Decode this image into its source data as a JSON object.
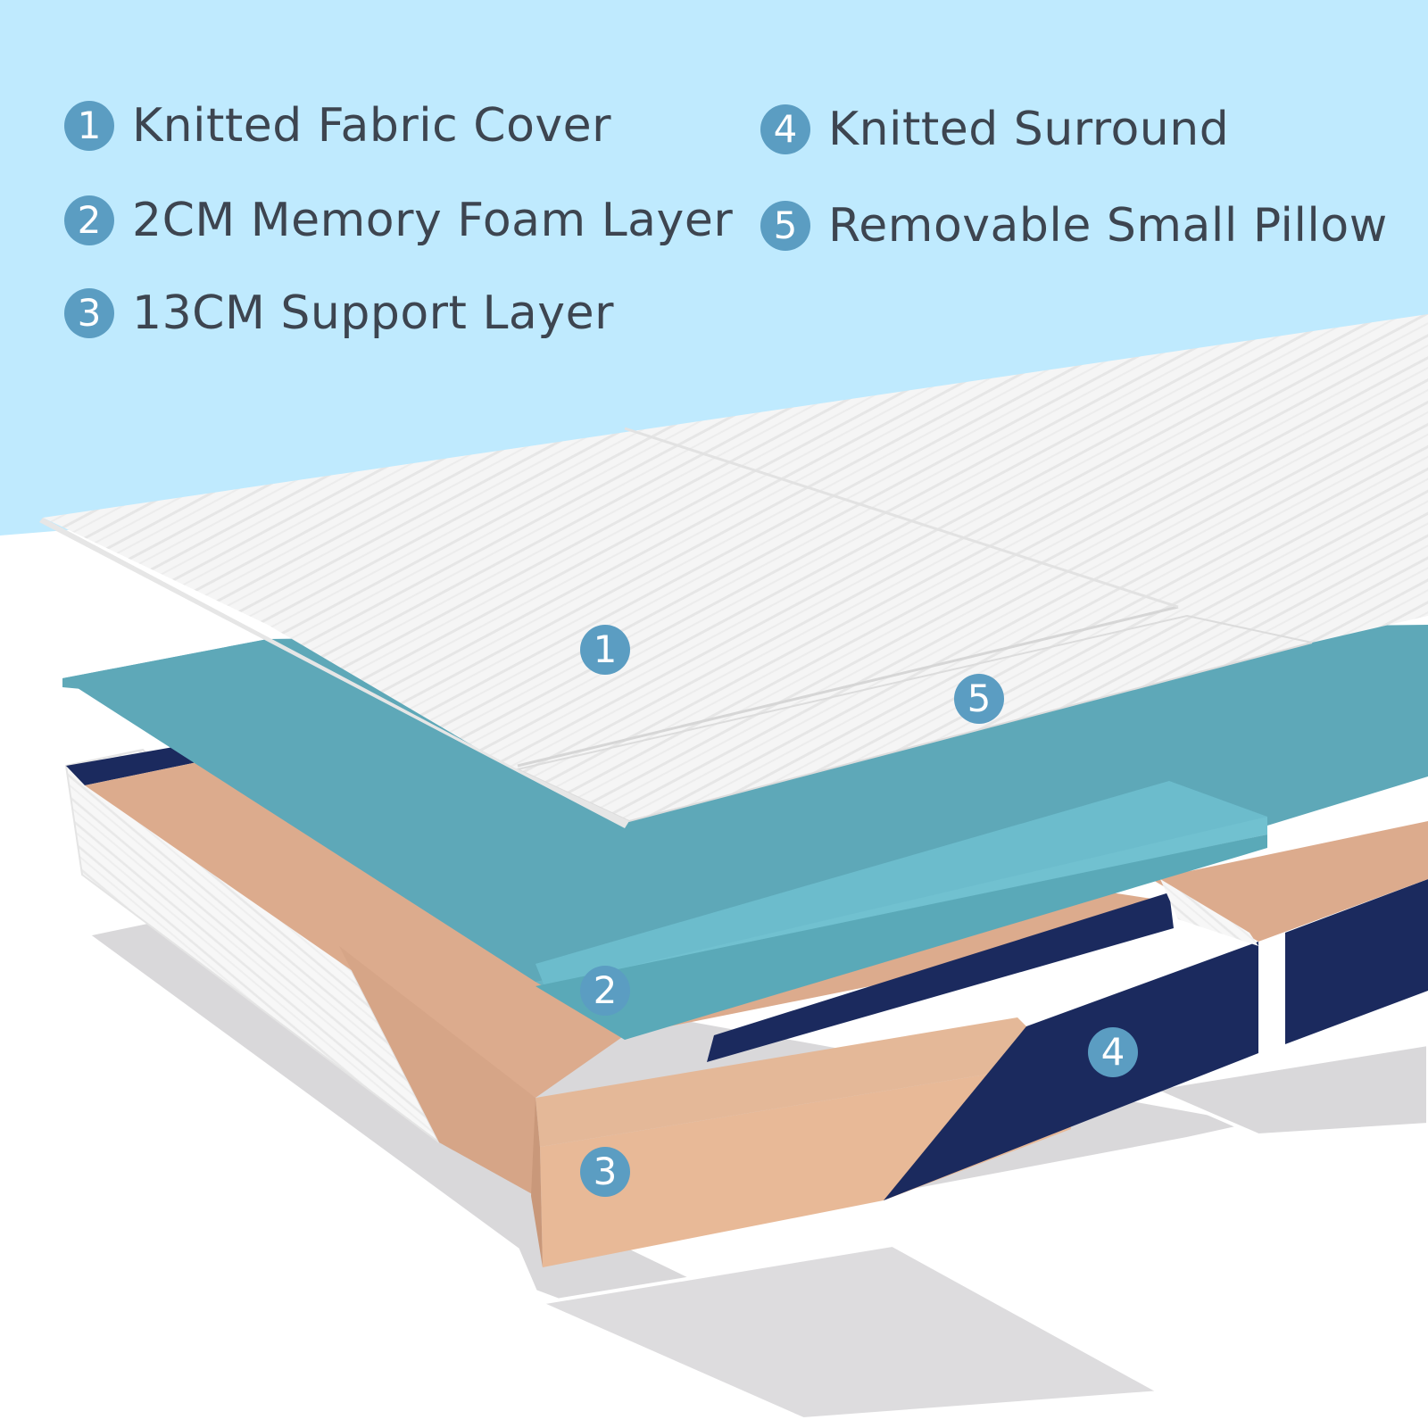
{
  "legend": {
    "items": [
      {
        "number": "1",
        "label": "Knitted Fabric Cover"
      },
      {
        "number": "2",
        "label": "2CM Memory Foam Layer"
      },
      {
        "number": "3",
        "label": "13CM Support Layer"
      },
      {
        "number": "4",
        "label": "Knitted Surround"
      },
      {
        "number": "5",
        "label": "Removable Small Pillow"
      }
    ]
  },
  "callouts": {
    "c1": "1",
    "c2": "2",
    "c3": "3",
    "c4": "4",
    "c5": "5"
  },
  "colors": {
    "sky_background": "#bfeafe",
    "badge": "#5b9dc2",
    "text": "#3d4550",
    "memory_foam": "#6fc0cf",
    "support_foam": "#dcae8e",
    "surround_navy": "#1b2a5e",
    "fabric_white": "#f4f4f4",
    "base_sheet": "#dcdcdc"
  }
}
